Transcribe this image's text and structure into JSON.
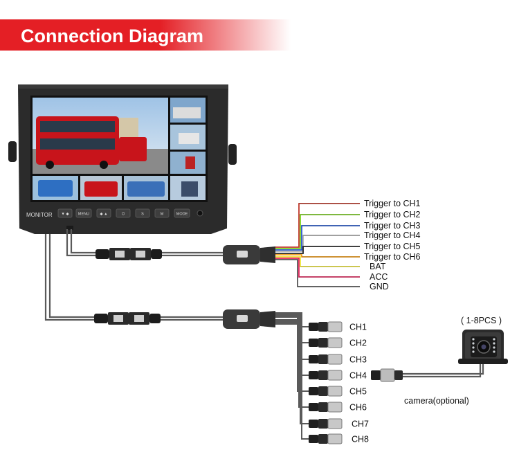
{
  "title": "Connection Diagram",
  "colors": {
    "banner_start": "#e41f25",
    "banner_end": "#ffffff",
    "monitor_body": "#2b2b2b",
    "cable": "#5a5a5a"
  },
  "monitor": {
    "brand_label": "MONITOR",
    "buttons": [
      "▼ ◆",
      "MENU",
      "◆ ▲",
      "⏻",
      "S",
      "M",
      "MODE"
    ]
  },
  "trigger_wires": [
    {
      "label": "Trigger to CH1",
      "color": "#c0392b"
    },
    {
      "label": "Trigger to CH2",
      "color": "#7ed321"
    },
    {
      "label": "Trigger to CH3",
      "color": "#2255cc"
    },
    {
      "label": "Trigger to CH4",
      "color": "#b0b0b0"
    },
    {
      "label": "Trigger to CH5",
      "color": "#222222"
    },
    {
      "label": "Trigger to CH6",
      "color": "#f39c12"
    },
    {
      "label": "BAT",
      "color": "#f1e83a"
    },
    {
      "label": "ACC",
      "color": "#e6245c"
    },
    {
      "label": "GND",
      "color": "#555555"
    }
  ],
  "channels": [
    "CH1",
    "CH2",
    "CH3",
    "CH4",
    "CH5",
    "CH6",
    "CH7",
    "CH8"
  ],
  "camera": {
    "quantity_label": "( 1-8PCS )",
    "caption": "camera(optional)"
  },
  "icons": {
    "monitor": "monitor-icon",
    "camera": "camera-icon",
    "connector": "aviation-connector-icon",
    "splitter": "splitter-box-icon"
  }
}
